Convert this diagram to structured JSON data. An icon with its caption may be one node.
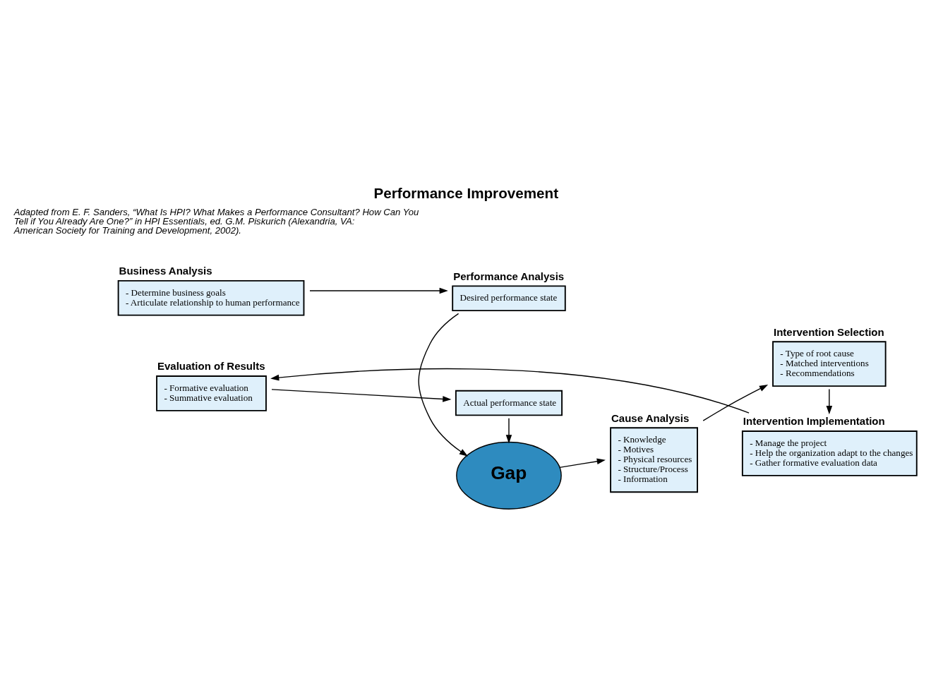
{
  "diagram": {
    "title": "Performance Improvement",
    "caption": "Adapted from E. F. Sanders, “What Is HPI? What Makes a Performance Consultant? How Can You Tell if You Already Are One?” in HPI Essentials, ed. G.M. Piskurich (Alexandria, VA: American Society for Training and Development, 2002).",
    "nodes": [
      {
        "text": [
          "Business Analysis",
          "- Determine business goals",
          "- Articulate relationship to human performance"
        ]
      },
      {
        "text": [
          "Performance Analysis",
          "Desired performance state"
        ]
      },
      {
        "text": [
          "Gap"
        ]
      },
      {
        "text": [
          "Actual performance state"
        ]
      },
      {
        "text": [
          "Cause Analysis",
          "- Knowledge",
          "- Motives",
          "- Physical resources",
          "- Structure/Process",
          "- Information"
        ]
      },
      {
        "text": [
          "Intervention Selection",
          "- Type of root cause",
          "- Matched interventions",
          "- Recommendations"
        ]
      },
      {
        "text": [
          "Intervention Implementation",
          "- Manage the project",
          "- Help the organization adapt to the changes",
          "- Gather formative evaluation data"
        ]
      },
      {
        "text": [
          "Evaluation of Results",
          "- Formative evaluation",
          "- Summative evaluation"
        ]
      }
    ],
    "edges": [
      {
        "from": 0,
        "to": 1,
        "arrow": "to"
      },
      {
        "from": 1,
        "to": 2,
        "arrow": "to"
      },
      {
        "from": 3,
        "to": 2,
        "arrow": "to"
      },
      {
        "from": 2,
        "to": 4,
        "arrow": "to"
      },
      {
        "from": 4,
        "to": 5,
        "arrow": "to"
      },
      {
        "from": 5,
        "to": 6,
        "arrow": "to"
      },
      {
        "from": 6,
        "to": 7,
        "arrow": "to"
      },
      {
        "from": 7,
        "to": 3,
        "arrow": "to"
      }
    ]
  }
}
